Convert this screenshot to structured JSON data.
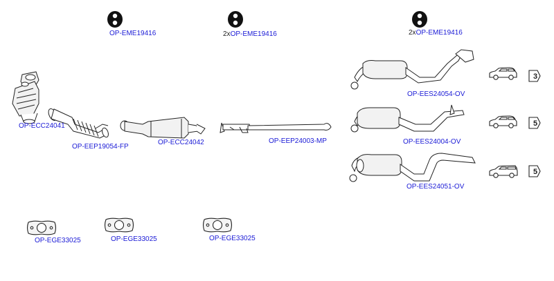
{
  "colors": {
    "link": "#1a1ad6",
    "line": "#222222",
    "text": "#222222"
  },
  "hangers": [
    {
      "code": "OP-EME19416",
      "qty": ""
    },
    {
      "code": "OP-EME19416",
      "qty": "2x"
    },
    {
      "code": "OP-EME19416",
      "qty": "2x"
    }
  ],
  "front": {
    "manifold_cat": "OP-ECC24041",
    "flex_pipe": "OP-EEP19054-FP",
    "catalyst": "OP-ECC24042",
    "middle_pipe": "OP-EEP24003-MP"
  },
  "rear_silencers": [
    {
      "code": "OP-EES24054-OV",
      "doors": "3",
      "body": "hatchback-icon"
    },
    {
      "code": "OP-EES24004-OV",
      "doors": "5",
      "body": "hatchback-icon"
    },
    {
      "code": "OP-EES24051-OV",
      "doors": "5",
      "body": "estate-icon"
    }
  ],
  "gaskets": [
    {
      "code": "OP-EGE33025"
    },
    {
      "code": "OP-EGE33025"
    },
    {
      "code": "OP-EGE33025"
    }
  ]
}
